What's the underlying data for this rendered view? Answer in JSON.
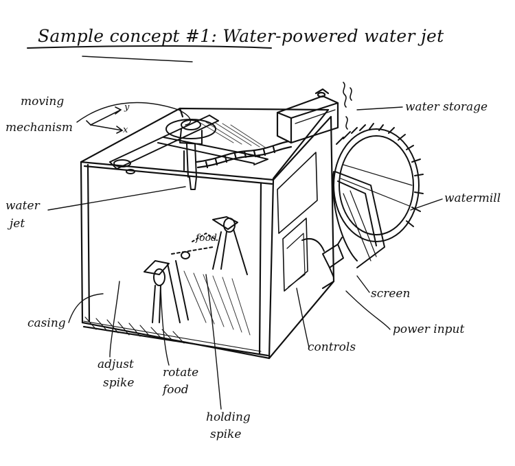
{
  "title": "Sample concept #1: Water-powered water jet",
  "labels": {
    "moving": "moving",
    "mechanism": "mechanism",
    "water_jet_line1": "water",
    "water_jet_line2": "jet",
    "water_storage": "water storage",
    "watermill": "watermill",
    "screen": "screen",
    "power_input": "power input",
    "controls": "controls",
    "casing": "casing",
    "adjust_line1": "adjust",
    "adjust_line2": "spike",
    "rotate_line1": "rotate",
    "rotate_line2": "food",
    "holding_line1": "holding",
    "holding_line2": "spike",
    "food": "food",
    "axis_y": "y",
    "axis_x": "x"
  }
}
